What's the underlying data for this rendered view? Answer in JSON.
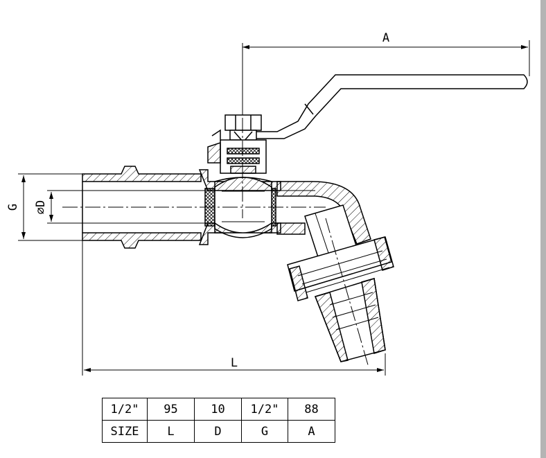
{
  "dimensions": {
    "a_label": "A",
    "l_label": "L",
    "g_label": "G",
    "d_label": "⌀D"
  },
  "size_table": {
    "values": [
      "1/2\"",
      "95",
      "10",
      "1/2\"",
      "88"
    ],
    "headers": [
      "SIZE",
      "L",
      "D",
      "G",
      "A"
    ]
  },
  "colors": {
    "line": "#000000",
    "background": "#ffffff",
    "scrollbar": "#b4b4b4"
  }
}
